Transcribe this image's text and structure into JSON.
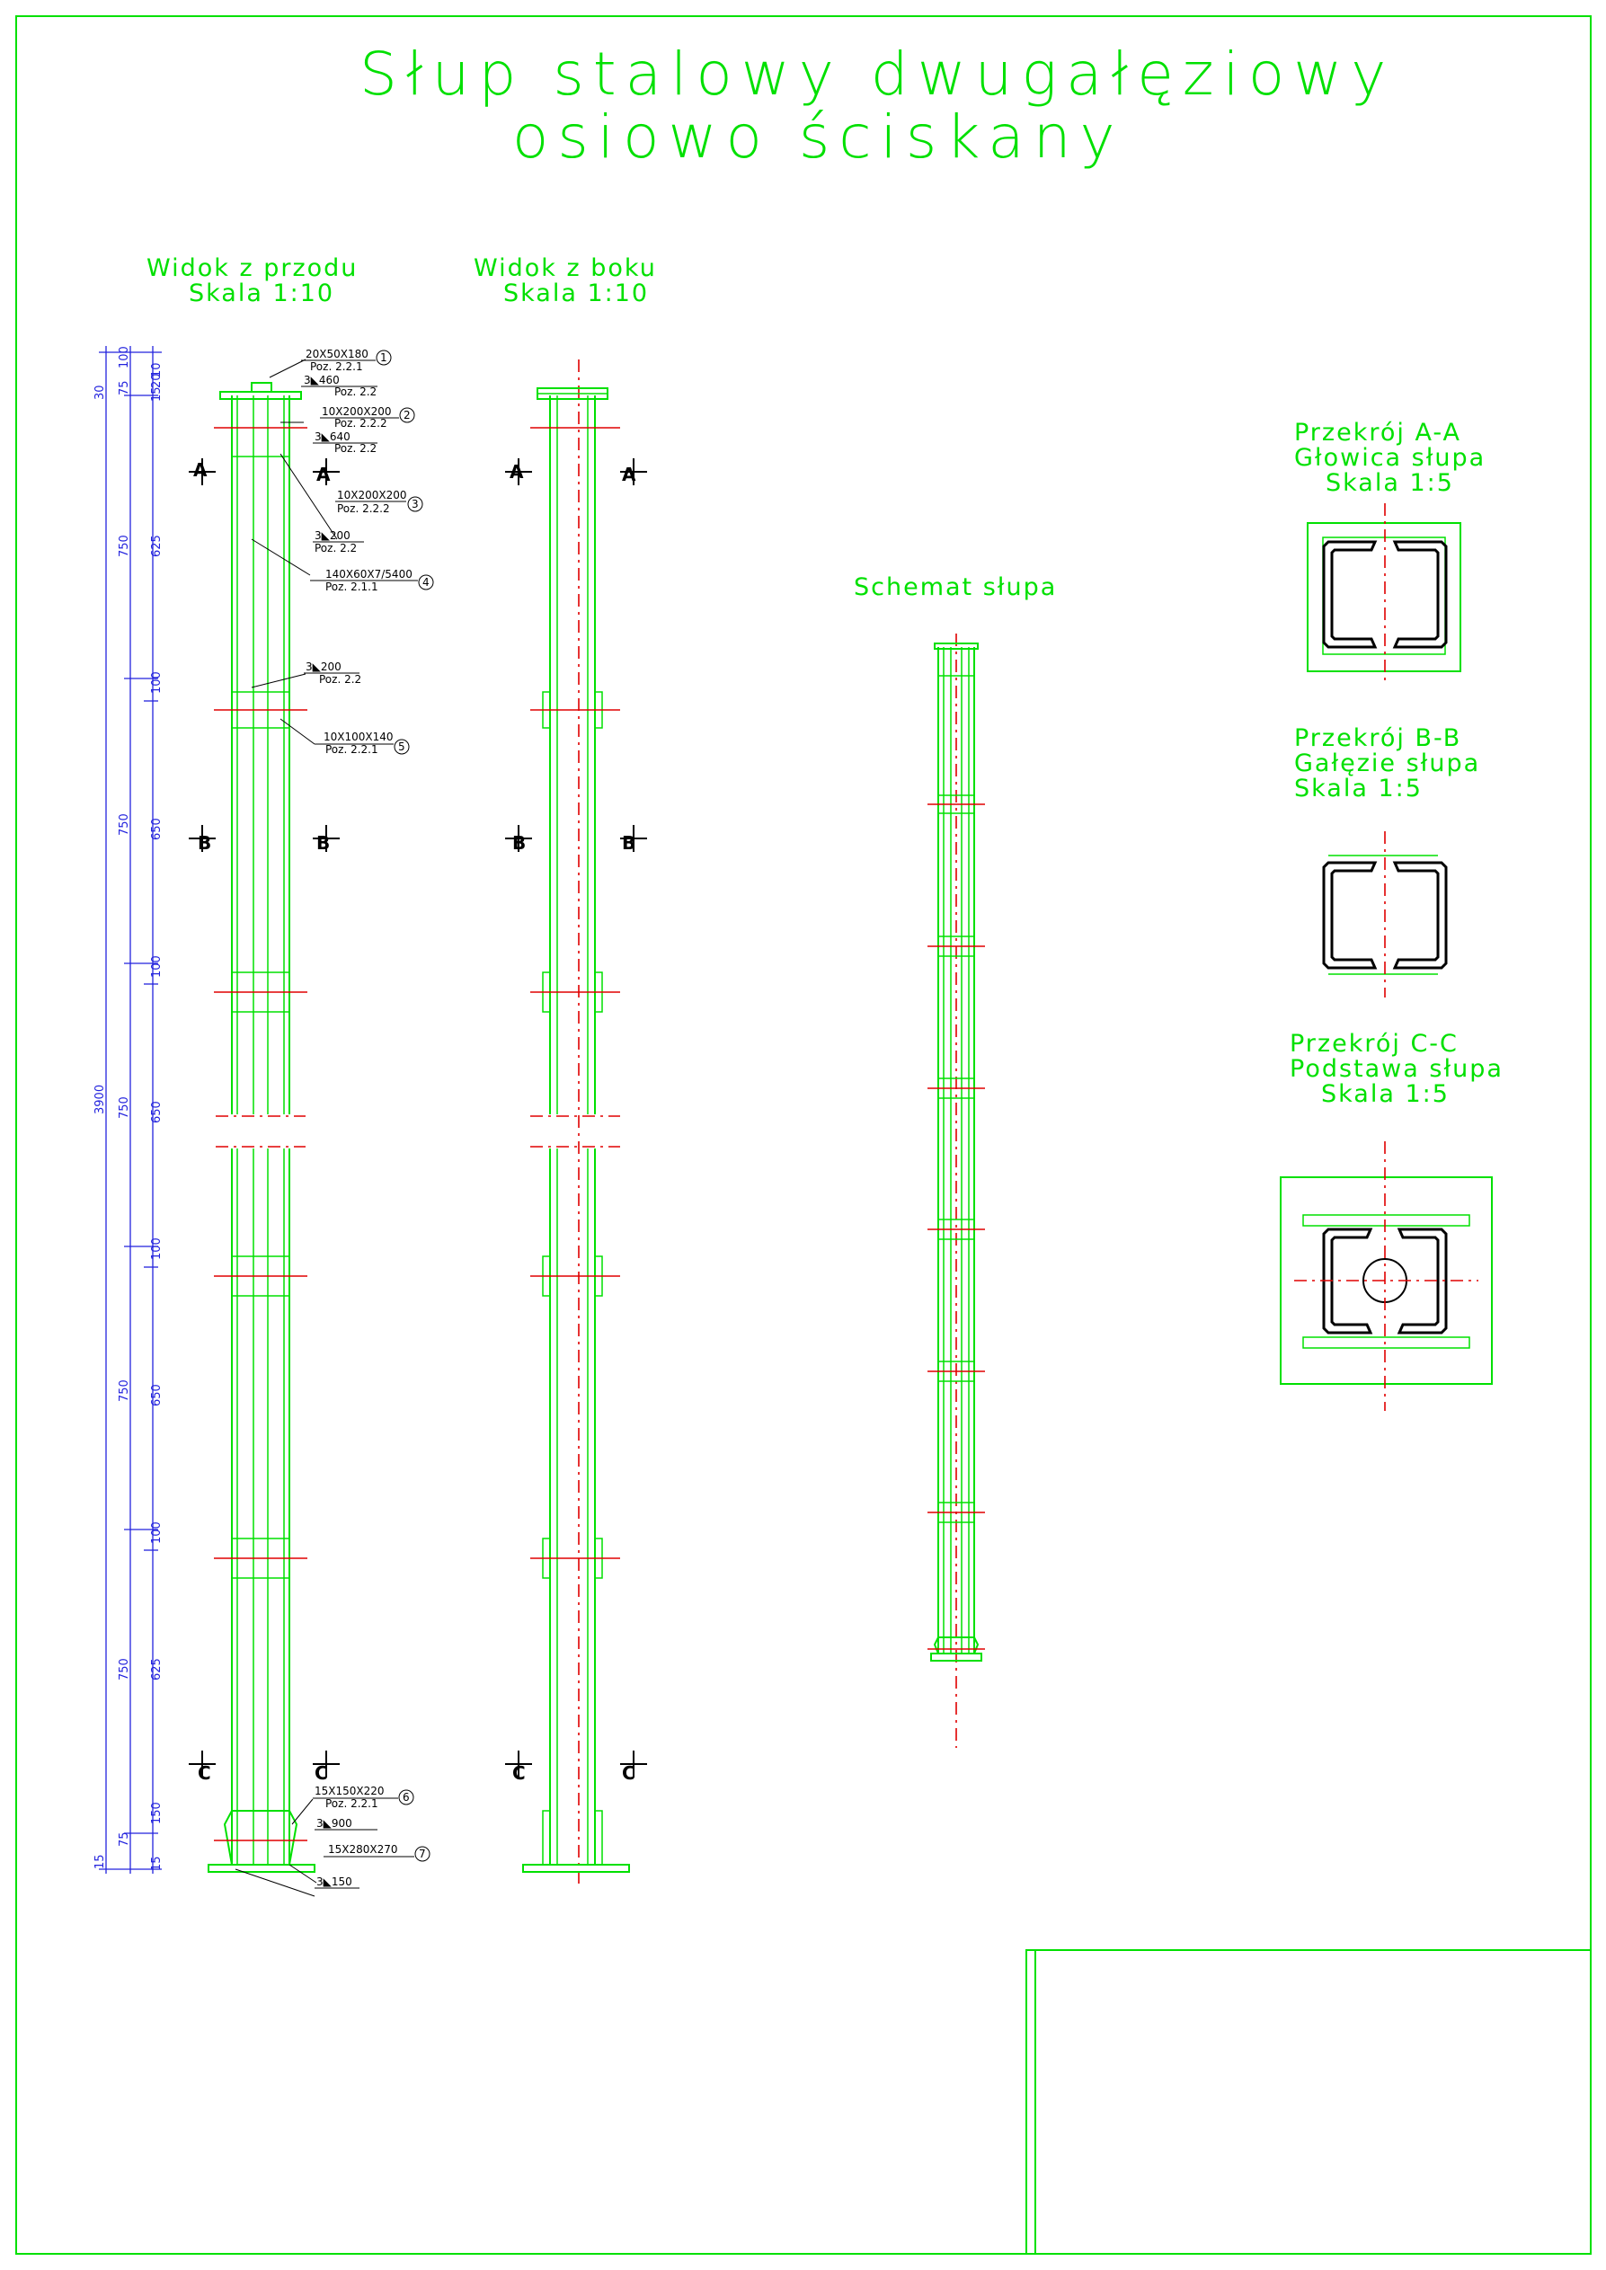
{
  "title": {
    "line1": "Słup stalowy dwugałęziowy",
    "line2": "osiowo ściskany"
  },
  "views": {
    "front": {
      "title": "Widok z przodu",
      "scale": "Skala 1:10"
    },
    "side": {
      "title": "Widok z boku",
      "scale": "Skala 1:10"
    },
    "schema": {
      "title": "Schemat słupa"
    }
  },
  "sections": {
    "aa": {
      "title": "Przekrój A-A",
      "subtitle": "Głowica słupa",
      "scale": "Skala 1:5"
    },
    "bb": {
      "title": "Przekrój B-B",
      "subtitle": "Gałęzie słupa",
      "scale": "Skala 1:5"
    },
    "cc": {
      "title": "Przekrój C-C",
      "subtitle": "Podstawa słupa",
      "scale": "Skala 1:5"
    }
  },
  "cut_markers": {
    "a": "A",
    "b": "B",
    "c": "C"
  },
  "annotations": {
    "p1_size": "20X50X180",
    "p1_ref": "Poz. 2.2.1",
    "p1_num": "1",
    "w460": "3◣460",
    "w460_ref": "Poz. 2.2",
    "p2_size": "10X200X200",
    "p2_ref": "Poz. 2.2.2",
    "p2_num": "2",
    "w640": "3◣640",
    "w640_ref": "Poz. 2.2",
    "p3_size": "10X200X200",
    "p3_ref": "Poz. 2.2.2",
    "p3_num": "3",
    "w200a": "3◣200",
    "w200a_ref": "Poz. 2.2",
    "p4_size": "140X60X7/5400",
    "p4_ref": "Poz. 2.1.1",
    "p4_num": "4",
    "w200b": "3◣200",
    "w200b_ref": "Poz. 2.2",
    "p5_size": "10X100X140",
    "p5_ref": "Poz. 2.2.1",
    "p5_num": "5",
    "p6_size": "15X150X220",
    "p6_ref": "Poz. 2.2.1",
    "p6_num": "6",
    "w900": "3◣900",
    "p7_size": "15X280X270",
    "p7_num": "7",
    "w150": "3◣150"
  },
  "dimensions": {
    "total": "3900",
    "outer": {
      "top30": "30",
      "top75": "75",
      "top10": "10",
      "s1": "750",
      "s2": "750",
      "s3": "750",
      "s4": "750",
      "s5": "750",
      "bot75": "75",
      "bot15": "15"
    },
    "inner": {
      "top100": "100",
      "top15": "15",
      "top20": "20",
      "a": "625",
      "b": "100",
      "c": "650",
      "d": "100",
      "e": "650",
      "f": "100",
      "g": "650",
      "h": "100",
      "i": "625",
      "j": "150",
      "k": "15"
    }
  }
}
